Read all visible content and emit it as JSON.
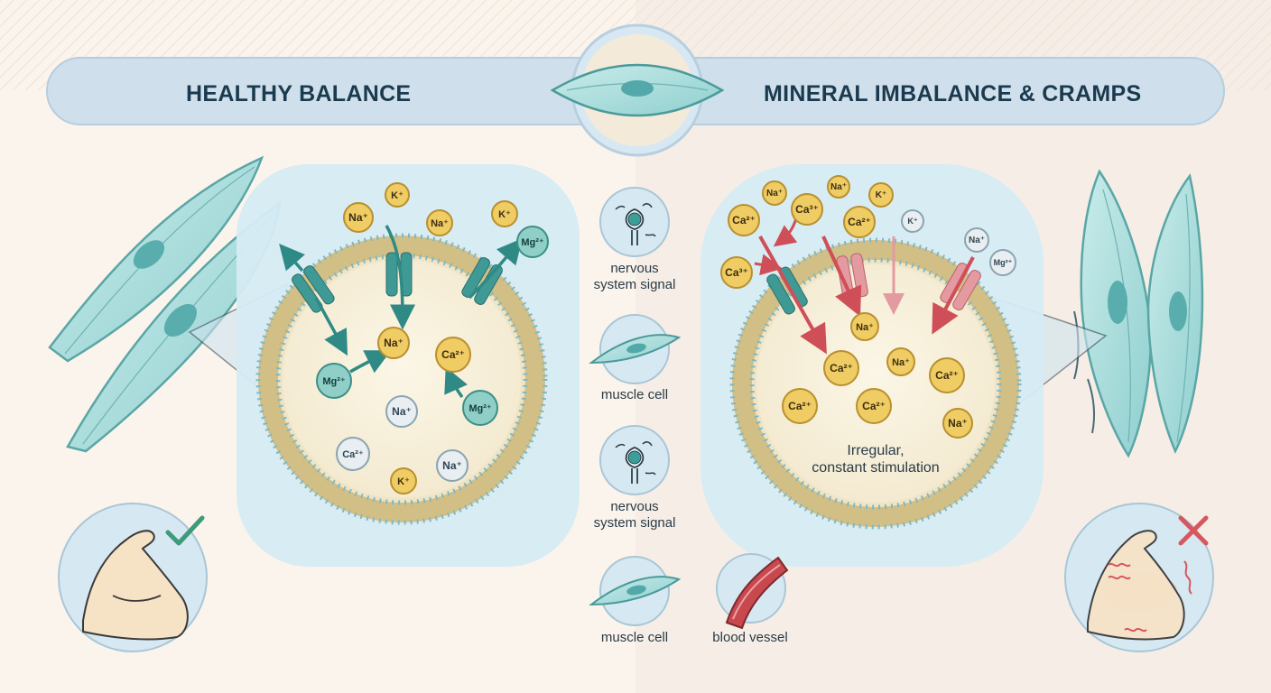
{
  "header": {
    "left_title": "HEALTHY BALANCE",
    "right_title": "MINERAL IMBALANCE & CRAMPS"
  },
  "legend": {
    "items": [
      {
        "id": "nerve1",
        "label_line1": "nervous",
        "label_line2": "system signal"
      },
      {
        "id": "muscle1",
        "label_line1": "muscle cell",
        "label_line2": ""
      },
      {
        "id": "nerve2",
        "label_line1": "nervous",
        "label_line2": "system signal"
      },
      {
        "id": "muscle2",
        "label_line1": "muscle cell",
        "label_line2": ""
      },
      {
        "id": "vessel",
        "label_line1": "blood vessel",
        "label_line2": ""
      }
    ]
  },
  "left_cell": {
    "ions": [
      {
        "label": "K⁺",
        "style": "gold"
      },
      {
        "label": "Na⁺",
        "style": "gold"
      },
      {
        "label": "Na⁺",
        "style": "gold"
      },
      {
        "label": "K⁺",
        "style": "gold"
      },
      {
        "label": "Mg²⁺",
        "style": "teal"
      },
      {
        "label": "Na⁺",
        "style": "gold"
      },
      {
        "label": "Ca²⁺",
        "style": "gold"
      },
      {
        "label": "Mg²⁺",
        "style": "teal"
      },
      {
        "label": "Mg²⁺",
        "style": "teal"
      },
      {
        "label": "Na⁺",
        "style": "pale"
      },
      {
        "label": "Ca²⁺",
        "style": "pale"
      },
      {
        "label": "Na⁺",
        "style": "pale"
      },
      {
        "label": "K⁺",
        "style": "gold"
      }
    ]
  },
  "right_cell": {
    "ions": [
      {
        "label": "Na⁺",
        "style": "gold"
      },
      {
        "label": "Na⁺",
        "style": "gold"
      },
      {
        "label": "K⁺",
        "style": "gold"
      },
      {
        "label": "Ca²⁺",
        "style": "gold"
      },
      {
        "label": "Ca³⁺",
        "style": "gold"
      },
      {
        "label": "Ca²⁺",
        "style": "gold"
      },
      {
        "label": "K⁺",
        "style": "pale"
      },
      {
        "label": "Na⁺",
        "style": "pale"
      },
      {
        "label": "Mg²⁺",
        "style": "pale"
      },
      {
        "label": "Ca³⁺",
        "style": "gold"
      },
      {
        "label": "Na⁺",
        "style": "gold"
      },
      {
        "label": "Ca²⁺",
        "style": "gold"
      },
      {
        "label": "Na⁺",
        "style": "gold"
      },
      {
        "label": "Ca²⁺",
        "style": "gold"
      },
      {
        "label": "Ca²⁺",
        "style": "gold"
      },
      {
        "label": "Ca²⁺",
        "style": "gold"
      },
      {
        "label": "Na⁺",
        "style": "gold"
      }
    ],
    "note_line1": "Irregular,",
    "note_line2": "constant stimulation"
  },
  "status": {
    "healthy_icon": "checkmark-icon",
    "cramp_icon": "cross-icon"
  },
  "colors": {
    "teal": "#4f9f9c",
    "coral": "#d9646a",
    "gold": "#f0cc64",
    "banner": "#cfe0ec",
    "panel": "#d6ebf4"
  }
}
